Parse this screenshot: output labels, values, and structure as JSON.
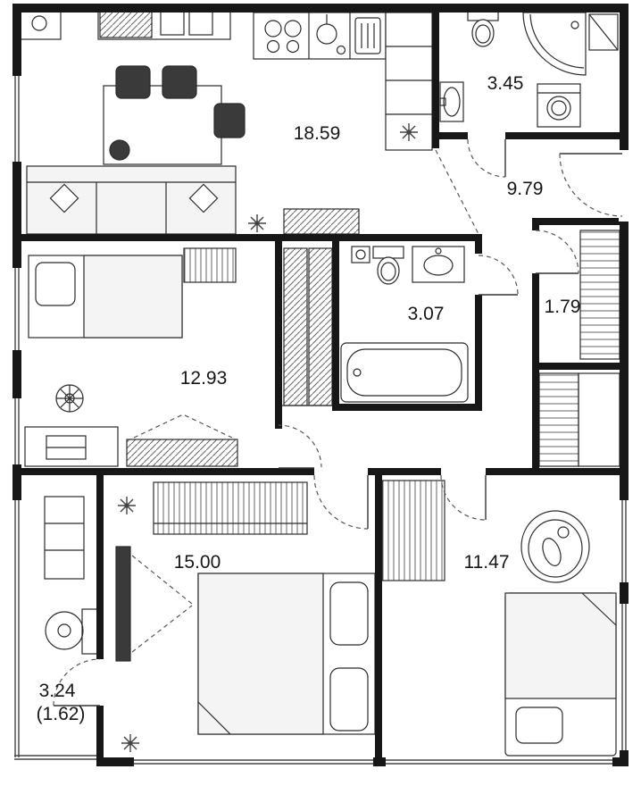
{
  "plan": {
    "type": "apartment-floor-plan",
    "background": "#ffffff",
    "wall_color": "#171717",
    "line_color": "#2b2b2b",
    "soft_fill_color": "#f4f4f4",
    "rooms": [
      {
        "name": "kitchen-living-room",
        "area": "18.59"
      },
      {
        "name": "bathroom",
        "area": "3.45"
      },
      {
        "name": "hallway",
        "area": "9.79"
      },
      {
        "name": "storage",
        "area": "1.79"
      },
      {
        "name": "bathroom-2",
        "area": "3.07"
      },
      {
        "name": "bedroom",
        "area": "12.93"
      },
      {
        "name": "bedroom-2",
        "area": "15.00"
      },
      {
        "name": "bedroom-3",
        "area": "11.47"
      },
      {
        "name": "balcony",
        "area": "3.24",
        "area_coefficient": "(1.62)"
      }
    ],
    "icons": {
      "snowflake-icon": "four-spoke-star-lines",
      "fridge-snowflake-icon": "four-spoke-star-lines"
    }
  }
}
